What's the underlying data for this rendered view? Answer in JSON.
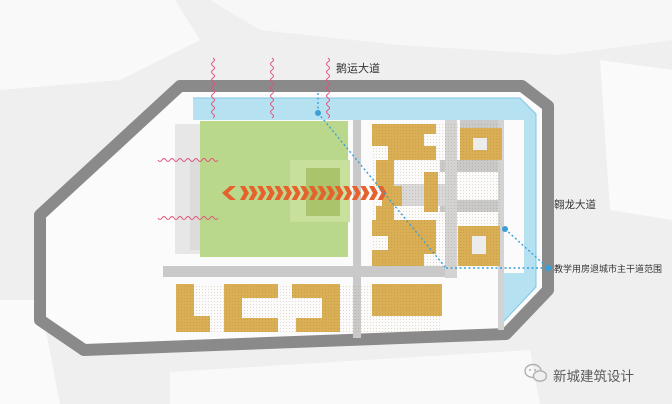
{
  "labels": {
    "road_north": "鹅运大道",
    "road_east": "翱龙大道",
    "callout": "教学用房退城市主干道范围"
  },
  "watermark": {
    "text": "新城建筑设计",
    "icon": "wechat-icon"
  },
  "colors": {
    "background": "#f2f2f2",
    "site_border": "#8a8a8a",
    "building": "#d9ae54",
    "green_field": "#b9d88c",
    "setback_zone": "#a9dcef",
    "arrow": "#e5622d",
    "dotted_line": "#3a9fd8",
    "wavy_line": "#e0537a"
  }
}
